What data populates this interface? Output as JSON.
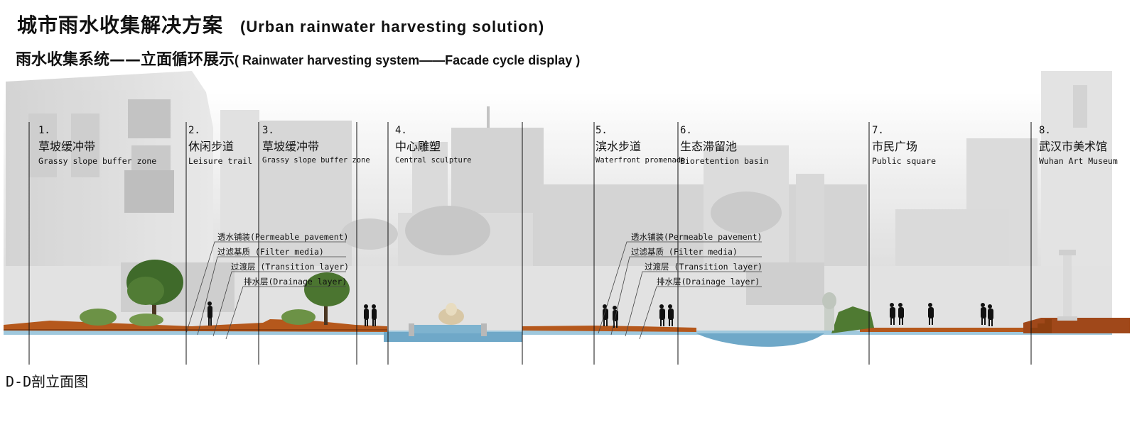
{
  "title": {
    "cn": "城市雨水收集解决方案",
    "en": "(Urban rainwater harvesting solution)"
  },
  "subtitle": {
    "cn": "雨水收集系统——立面循环展示",
    "en": "( Rainwater harvesting system——Facade cycle display )"
  },
  "zones": [
    {
      "num": "1.",
      "cn": "草坡缓冲带",
      "en": "Grassy slope buffer zone"
    },
    {
      "num": "2.",
      "cn": "休闲步道",
      "en": "Leisure trail"
    },
    {
      "num": "3.",
      "cn": "草坡缓冲带",
      "en": "Grassy slope buffer zone"
    },
    {
      "num": "4.",
      "cn": "中心雕塑",
      "en": "Central sculpture"
    },
    {
      "num": "5.",
      "cn": "滨水步道",
      "en": "Waterfront promenade"
    },
    {
      "num": "6.",
      "cn": "生态滞留池",
      "en": "Bioretention basin"
    },
    {
      "num": "7.",
      "cn": "市民广场",
      "en": "Public square"
    },
    {
      "num": "8.",
      "cn": "武汉市美术馆",
      "en": "Wuhan Art Museum"
    }
  ],
  "layers_left": [
    "透水铺装(Permeable pavement)",
    "过滤基质 (Filter media)",
    "过渡层 (Transition layer)",
    "排水层(Drainage layer)"
  ],
  "layers_right": [
    "透水铺装(Permeable pavement)",
    "过滤基质 (Filter media)",
    "过渡层 (Transition layer)",
    "排水层(Drainage layer)"
  ],
  "caption": "D-D剖立面图",
  "colors": {
    "soil": "#b5581c",
    "soil_dark": "#8e3f10",
    "water": "#6fa8c8",
    "water_light": "#a9cde0",
    "tree": "#3f6a2a",
    "background_city": "#d9d9d9"
  }
}
